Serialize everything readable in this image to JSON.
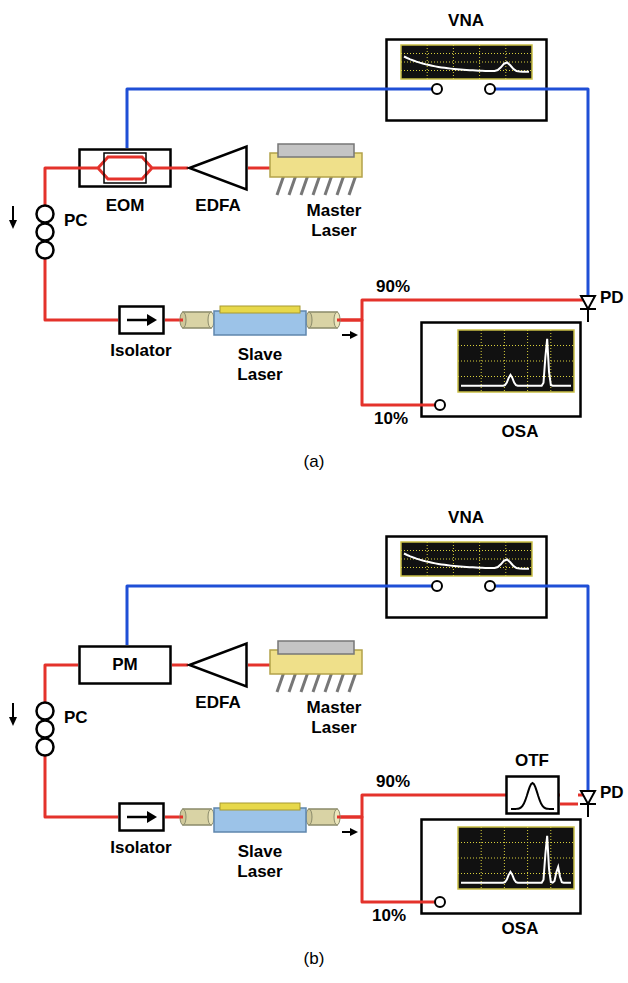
{
  "diagram": {
    "nodes": [
      {
        "text": [
          "VNA"
        ]
      },
      {
        "text": [
          "EOM"
        ]
      },
      {
        "text": [
          "EDFA"
        ]
      },
      {
        "text": [
          "Master Laser"
        ]
      },
      {
        "text": [
          "PC"
        ]
      },
      {
        "text": [
          "PD"
        ]
      },
      {
        "text": [
          "Isolator"
        ]
      },
      {
        "text": [
          "Slave Laser"
        ]
      },
      {
        "text": [
          "OSA"
        ]
      },
      {
        "text": [
          "VNA"
        ]
      },
      {
        "text": [
          "PM"
        ]
      },
      {
        "text": [
          "EDFA"
        ]
      },
      {
        "text": [
          "Master Laser"
        ]
      },
      {
        "text": [
          "PC"
        ]
      },
      {
        "text": [
          "OTF"
        ]
      },
      {
        "text": [
          "PD"
        ]
      },
      {
        "text": [
          "Isolator"
        ]
      },
      {
        "text": [
          "Slave Laser"
        ]
      },
      {
        "text": [
          "OSA"
        ]
      }
    ],
    "edges": [
      {
        "from": 3,
        "to": 2,
        "arrow": "none"
      },
      {
        "from": 2,
        "to": 1,
        "arrow": "none"
      },
      {
        "from": 1,
        "to": 4,
        "arrow": "none"
      },
      {
        "from": 4,
        "to": 6,
        "arrow": "none"
      },
      {
        "from": 6,
        "to": 7,
        "arrow": "none"
      },
      {
        "from": 7,
        "to": 5,
        "arrow": "none"
      },
      {
        "from": 7,
        "to": 8,
        "arrow": "none"
      },
      {
        "from": 5,
        "to": 0,
        "arrow": "none"
      },
      {
        "from": 0,
        "to": 1,
        "arrow": "none"
      },
      {
        "from": 12,
        "to": 11,
        "arrow": "none"
      },
      {
        "from": 11,
        "to": 10,
        "arrow": "none"
      },
      {
        "from": 10,
        "to": 13,
        "arrow": "none"
      },
      {
        "from": 13,
        "to": 16,
        "arrow": "none"
      },
      {
        "from": 16,
        "to": 17,
        "arrow": "none"
      },
      {
        "from": 17,
        "to": 14,
        "arrow": "none"
      },
      {
        "from": 14,
        "to": 15,
        "arrow": "none"
      },
      {
        "from": 17,
        "to": 18,
        "arrow": "none"
      },
      {
        "from": 15,
        "to": 9,
        "arrow": "none"
      },
      {
        "from": 9,
        "to": 10,
        "arrow": "none"
      }
    ],
    "labels": [
      "90%",
      "10%",
      "(a)",
      "90%",
      "10%",
      "(b)"
    ]
  }
}
